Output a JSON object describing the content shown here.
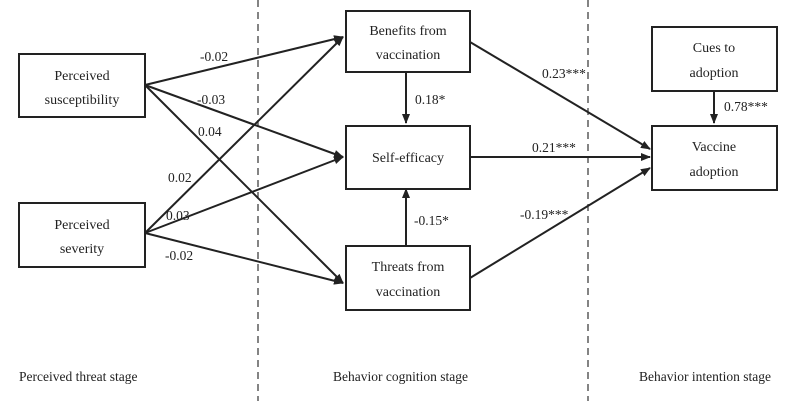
{
  "nodes": {
    "susceptibility": {
      "line1": "Perceived",
      "line2": "susceptibility"
    },
    "severity": {
      "line1": "Perceived",
      "line2": "severity"
    },
    "benefits": {
      "line1": "Benefits from",
      "line2": "vaccination"
    },
    "selfefficacy": {
      "line1": "Self-efficacy"
    },
    "threats": {
      "line1": "Threats from",
      "line2": "vaccination"
    },
    "cues": {
      "line1": "Cues to",
      "line2": "adoption"
    },
    "adoption": {
      "line1": "Vaccine",
      "line2": "adoption"
    }
  },
  "paths": {
    "sus_to_benefits": "-0.02",
    "sus_to_selfefficacy": "-0.03",
    "sus_to_threats": "0.04",
    "sev_to_benefits": "0.02",
    "sev_to_selfefficacy": "0.03",
    "sev_to_threats": "-0.02",
    "benefits_to_selfefficacy": "0.18*",
    "threats_to_selfefficacy": "-0.15*",
    "benefits_to_adoption": "0.23***",
    "selfefficacy_to_adoption": "0.21***",
    "threats_to_adoption": "-0.19***",
    "cues_to_adoption": "0.78***"
  },
  "stages": {
    "threat": "Perceived threat stage",
    "cognition": "Behavior cognition stage",
    "intention": "Behavior intention stage"
  }
}
